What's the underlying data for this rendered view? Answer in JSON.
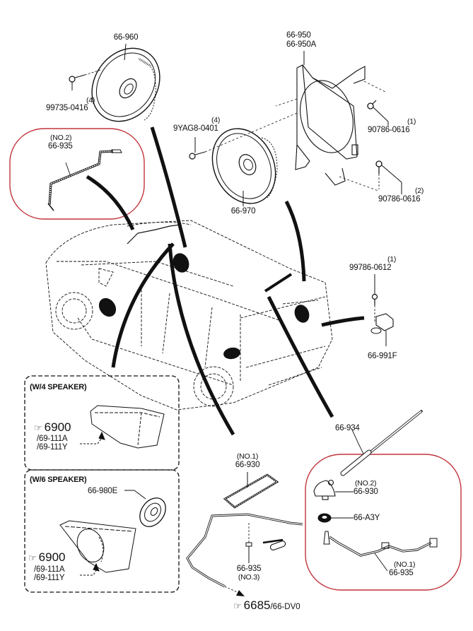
{
  "diagram": {
    "title": "Audio speaker and antenna parts diagram",
    "highlight_color": "#c0343c",
    "line_color": "#111111",
    "parts": {
      "front_door_speaker": {
        "part_no": "66-960"
      },
      "front_speaker_screw": {
        "part_no": "99735-0416",
        "qty": "(4)"
      },
      "rear_speaker_bracket": {
        "part_no_1": "66-950",
        "part_no_2": "66-950A"
      },
      "bracket_bolt_upper": {
        "part_no": "90786-0616",
        "qty": "(1)"
      },
      "bracket_bolt_lower": {
        "part_no": "90786-0616",
        "qty": "(2)"
      },
      "rear_speaker_screw": {
        "part_no": "9YAG8-0401",
        "qty": "(4)"
      },
      "rear_speaker": {
        "part_no": "66-970"
      },
      "antenna_feeder_no2": {
        "note": "(NO.2)",
        "part_no": "66-935"
      },
      "amp_bolt": {
        "part_no": "99786-0612",
        "qty": "(1)"
      },
      "antenna_amplifier": {
        "part_no": "66-991F"
      },
      "roof_antenna_rod": {
        "part_no": "66-934"
      },
      "antenna_gasket_no1": {
        "note": "(NO.1)",
        "part_no": "66-930"
      },
      "antenna_base_no2": {
        "note": "(NO.2)",
        "part_no": "66-930"
      },
      "antenna_nut": {
        "part_no": "66-A3Y"
      },
      "antenna_feeder_no1": {
        "note": "(NO.1)",
        "part_no": "66-935"
      },
      "antenna_feeder_no3": {
        "note": "(NO.3)",
        "part_no": "66-935"
      }
    },
    "insets": {
      "w4_speaker": {
        "title": "(W/4 SPEAKER)",
        "ref_number": "6900",
        "ref_sub_1": "/69-111A",
        "ref_sub_2": "/69-111Y"
      },
      "w6_speaker": {
        "title": "(W/6 SPEAKER)",
        "tweeter_part_no": "66-980E",
        "ref_number": "6900",
        "ref_sub_1": "/69-111A",
        "ref_sub_2": "/69-111Y"
      }
    },
    "bottom_reference": {
      "ref_number": "6685",
      "ref_sub": "/66-DV0"
    },
    "icons": {
      "reference_hand": "☞"
    }
  }
}
